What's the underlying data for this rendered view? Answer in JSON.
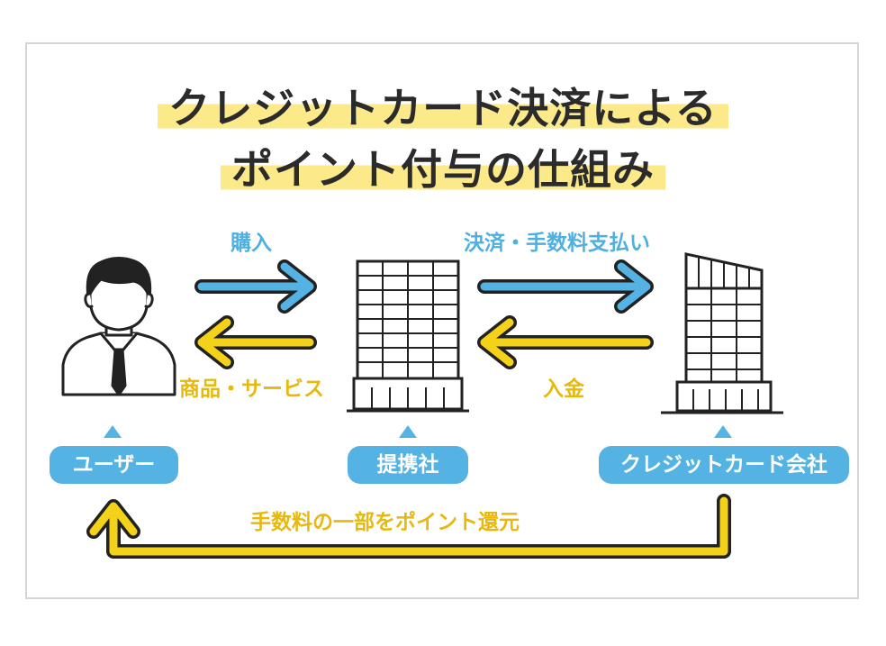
{
  "title": {
    "line1": "クレジットカード決済による",
    "line2": "ポイント付与の仕組み"
  },
  "flows": {
    "purchase": "購入",
    "goods_services": "商品・サービス",
    "settlement_fee": "決済・手数料支払い",
    "deposit": "入金",
    "point_return": "手数料の一部をポイント還元"
  },
  "actors": {
    "user": "ユーザー",
    "partner": "提携社",
    "card_company": "クレジットカード会社"
  },
  "colors": {
    "blue": "#55b3e3",
    "yellow": "#f5d21a",
    "outline": "#222222",
    "highlight": "#fbe98a"
  }
}
